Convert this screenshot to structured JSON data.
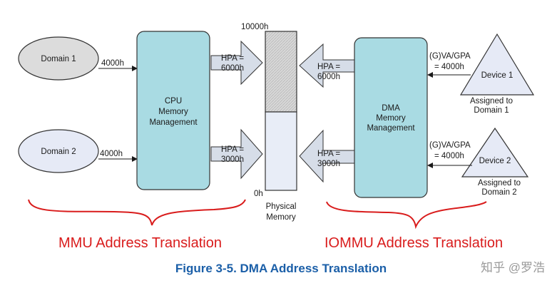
{
  "domains": [
    {
      "label": "Domain 1",
      "offset": "4000h"
    },
    {
      "label": "Domain 2",
      "offset": "4000h"
    }
  ],
  "cpu_box": {
    "line1": "CPU",
    "line2": "Memory",
    "line3": "Management"
  },
  "dma_box": {
    "line1": "DMA",
    "line2": "Memory",
    "line3": "Management"
  },
  "cpu_arrows": [
    {
      "line1": "HPA =",
      "line2": "6000h"
    },
    {
      "line1": "HPA =",
      "line2": "3000h"
    }
  ],
  "dma_arrows": [
    {
      "line1": "HPA =",
      "line2": "6000h"
    },
    {
      "line1": "HPA =",
      "line2": "3000h"
    }
  ],
  "physical_memory": {
    "top": "10000h",
    "bottom": "0h",
    "label1": "Physical",
    "label2": "Memory"
  },
  "devices": [
    {
      "label": "Device 1",
      "addr1": "(G)VA/GPA",
      "addr2": "= 4000h",
      "assigned1": "Assigned to",
      "assigned2": "Domain 1"
    },
    {
      "label": "Device 2",
      "addr1": "(G)VA/GPA",
      "addr2": "= 4000h",
      "assigned1": "Assigned to",
      "assigned2": "Domain 2"
    }
  ],
  "annotations": {
    "left": "MMU Address Translation",
    "right": "IOMMU Address Translation"
  },
  "caption": "Figure 3-5.  DMA Address Translation",
  "watermark": "知乎 @罗浩",
  "colors": {
    "domain1_fill": "#dcdcdc",
    "domain2_fill": "#e6eaf6",
    "mgmt_fill": "#a9dbe3",
    "arrow_fill": "#d6dde8",
    "memory_top": "#d6d6d6",
    "memory_bottom": "#e8edf7",
    "annotation_red": "#d91c1c",
    "caption_blue": "#1b5fa8"
  }
}
